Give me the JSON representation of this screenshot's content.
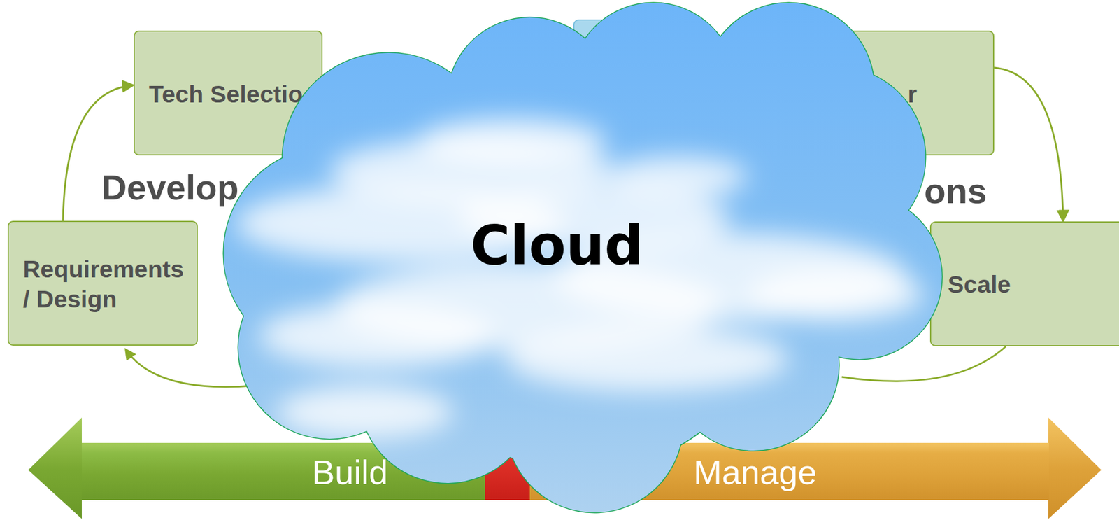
{
  "diagram": {
    "nodes": [
      {
        "text": [
          "Tech Selectio"
        ]
      },
      {
        "text": [
          "r"
        ]
      },
      {
        "text": [
          "Requirements / Design"
        ]
      },
      {
        "text": [
          "Scale"
        ]
      },
      {
        "text": [
          "Cloud"
        ]
      },
      {
        "text": [
          "Build"
        ]
      },
      {
        "text": [
          "Manage"
        ]
      }
    ],
    "edges": [
      {
        "from": 2,
        "to": 0,
        "arrow": "to"
      },
      {
        "from": 1,
        "to": 3,
        "arrow": "to"
      }
    ],
    "labels": [
      "Develop",
      "ons"
    ]
  }
}
